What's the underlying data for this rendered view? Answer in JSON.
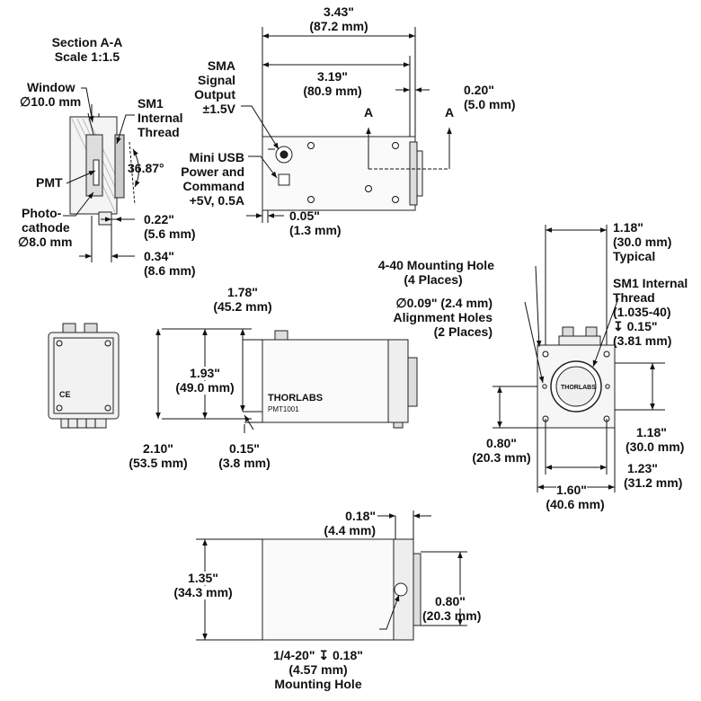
{
  "section": {
    "title": "Section A-A",
    "scale": "Scale 1:1.5"
  },
  "callouts": {
    "window": [
      "Window",
      "∅10.0 mm"
    ],
    "sm1_internal": [
      "SM1",
      "Internal",
      "Thread"
    ],
    "angle": "36.87°",
    "pmt": "PMT",
    "photocathode": [
      "Photo-",
      "cathode",
      "∅8.0 mm"
    ],
    "sma": [
      "SMA",
      "Signal",
      "Output",
      "±1.5V"
    ],
    "mini_usb": [
      "Mini USB",
      "Power and",
      "Command",
      "+5V, 0.5A"
    ],
    "section_mark": "A",
    "mount_4_40": [
      "4-40 Mounting Hole",
      "(4 Places)"
    ],
    "align_holes": [
      "∅0.09\" (2.4 mm)",
      "Alignment Holes",
      "(2 Places)"
    ],
    "sm1_right": [
      "SM1 Internal",
      "Thread",
      "(1.035-40)",
      "↧ 0.15\"",
      "(3.81 mm)"
    ],
    "quarter20": [
      "1/4-20\" ↧ 0.18\"",
      "(4.57 mm)",
      "Mounting Hole"
    ],
    "brand": "THORLABS",
    "model": "PMT1001"
  },
  "dims": {
    "d_3_43": [
      "3.43\"",
      "(87.2 mm)"
    ],
    "d_3_19": [
      "3.19\"",
      "(80.9 mm)"
    ],
    "d_0_20": [
      "0.20\"",
      "(5.0 mm)"
    ],
    "d_0_05": [
      "0.05\"",
      "(1.3 mm)"
    ],
    "d_0_22": [
      "0.22\"",
      "(5.6 mm)"
    ],
    "d_0_34": [
      "0.34\"",
      "(8.6 mm)"
    ],
    "d_1_78": [
      "1.78\"",
      "(45.2 mm)"
    ],
    "d_1_93": [
      "1.93\"",
      "(49.0 mm)"
    ],
    "d_2_10": [
      "2.10\"",
      "(53.5 mm)"
    ],
    "d_0_15": [
      "0.15\"",
      "(3.8 mm)"
    ],
    "d_1_18_top": [
      "1.18\"",
      "(30.0 mm)",
      "Typical"
    ],
    "d_1_18_side": [
      "1.18\"",
      "(30.0 mm)"
    ],
    "d_0_80_front": [
      "0.80\"",
      "(20.3 mm)"
    ],
    "d_1_23": [
      "1.23\"",
      "(31.2 mm)"
    ],
    "d_1_60": [
      "1.60\"",
      "(40.6 mm)"
    ],
    "d_0_18": [
      "0.18\"",
      "(4.4 mm)"
    ],
    "d_1_35": [
      "1.35\"",
      "(34.3 mm)"
    ],
    "d_0_80_bottom": [
      "0.80\"",
      "(20.3 mm)"
    ]
  }
}
